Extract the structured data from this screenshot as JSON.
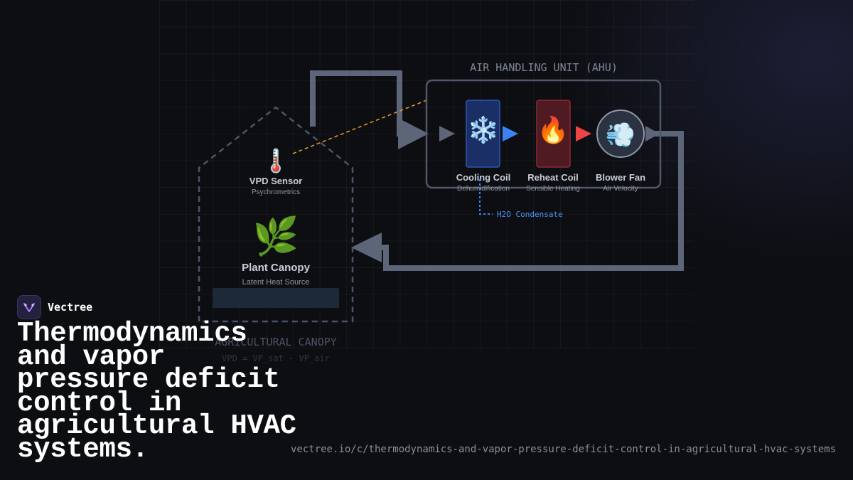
{
  "brand": {
    "name": "Vectree"
  },
  "headline": "Thermodynamics and vapor pressure deficit control in agricultural HVAC systems.",
  "url": "vectree.io/c/thermodynamics-and-vapor-pressure-deficit-control-in-agricultural-hvac-systems",
  "diagram": {
    "ahu_title": "AIR HANDLING UNIT (AHU)",
    "canopy_title": "AGRICULTURAL CANOPY",
    "canopy_formula": "VPD = VP_sat - VP_air",
    "condensate_label": "H2O Condensate",
    "sensor": {
      "icon": "🌡️",
      "label": "VPD Sensor",
      "sublabel": "Psychrometrics"
    },
    "plant": {
      "icon": "🌿",
      "label": "Plant Canopy",
      "sublabel": "Latent Heat Source"
    },
    "components": [
      {
        "icon": "❄️",
        "label": "Cooling Coil",
        "sublabel": "Dehumidification"
      },
      {
        "icon": "🔥",
        "label": "Reheat Coil",
        "sublabel": "Sensible Heating"
      },
      {
        "icon": "💨",
        "label": "Blower Fan",
        "sublabel": "Air Velocity"
      }
    ]
  },
  "colors": {
    "duct": "#5d6578",
    "sensor_link": "#e09a2b",
    "condensate": "#3b82f6",
    "cooling_arrow": "#3b82f6",
    "reheat_arrow": "#ef4444"
  }
}
